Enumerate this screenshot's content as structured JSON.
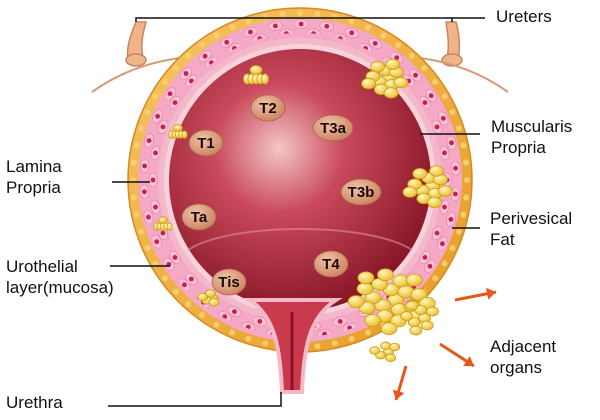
{
  "labels": {
    "ureters": "Ureters",
    "muscularis_line1": "Muscularis",
    "muscularis_line2": "Propria",
    "lamina_line1": "Lamina",
    "lamina_line2": "Propria",
    "perivesical_line1": "Perivesical",
    "perivesical_line2": "Fat",
    "urothelial_line1": "Urothelial",
    "urothelial_line2": "layer(mucosa)",
    "adjacent_line1": "Adjacent",
    "adjacent_line2": "organs",
    "urethra": "Urethra"
  },
  "stages": [
    "T2",
    "T1",
    "T3a",
    "T3b",
    "Ta",
    "Tis",
    "T4"
  ],
  "colors": {
    "fat": "#f0b23a",
    "muscle": "#ee8fb4",
    "lumen": "#a4122b",
    "tumor": "#f6db52",
    "arrow": "#e8561c",
    "stage_badge": "#d89a7c"
  }
}
